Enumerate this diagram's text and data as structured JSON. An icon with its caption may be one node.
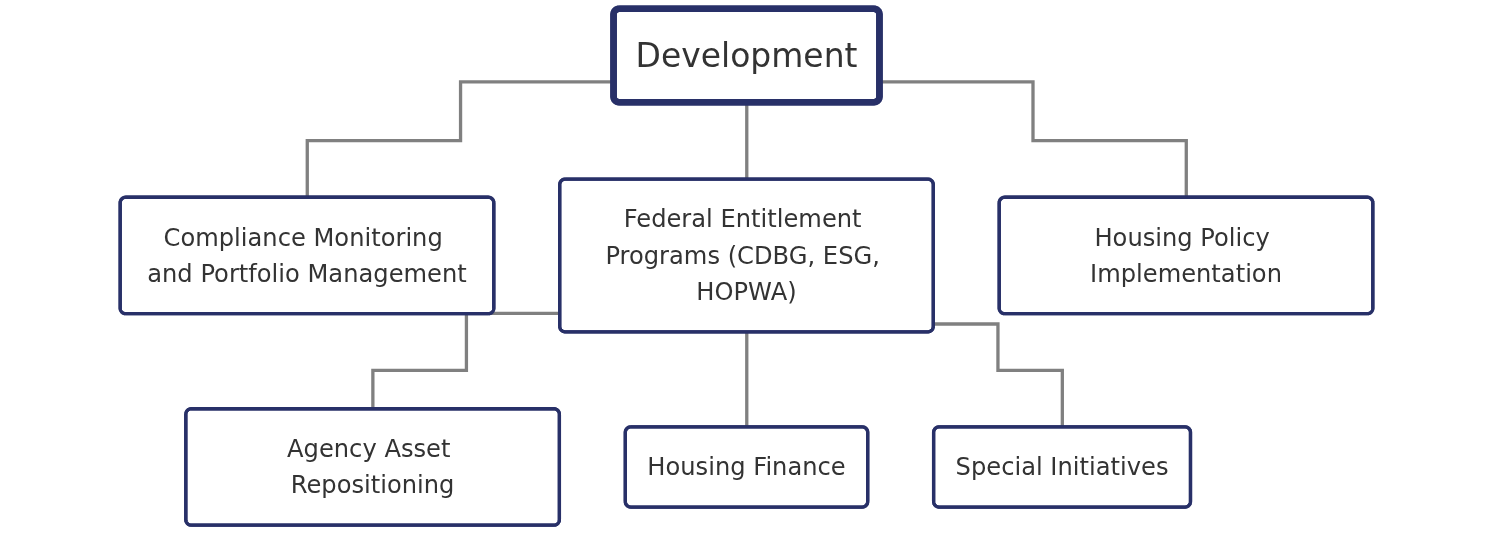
{
  "diagram": {
    "nodes": [
      {
        "text": [
          "Development"
        ]
      },
      {
        "text": [
          "Compliance Monitoring and Portfolio Management"
        ]
      },
      {
        "text": [
          "Federal Entitlement Programs (CDBG, ESG, HOPWA)"
        ]
      },
      {
        "text": [
          "Housing Policy Implementation"
        ]
      },
      {
        "text": [
          "Agency Asset Repositioning"
        ]
      },
      {
        "text": [
          "Housing Finance"
        ]
      },
      {
        "text": [
          "Special Initiatives"
        ]
      }
    ],
    "edges": [
      {
        "from": 0,
        "to": 1,
        "arrow": "none"
      },
      {
        "from": 0,
        "to": 2,
        "arrow": "none"
      },
      {
        "from": 0,
        "to": 3,
        "arrow": "none"
      },
      {
        "from": 2,
        "to": 4,
        "arrow": "none"
      },
      {
        "from": 2,
        "to": 5,
        "arrow": "none"
      },
      {
        "from": 2,
        "to": 6,
        "arrow": "none"
      }
    ]
  }
}
